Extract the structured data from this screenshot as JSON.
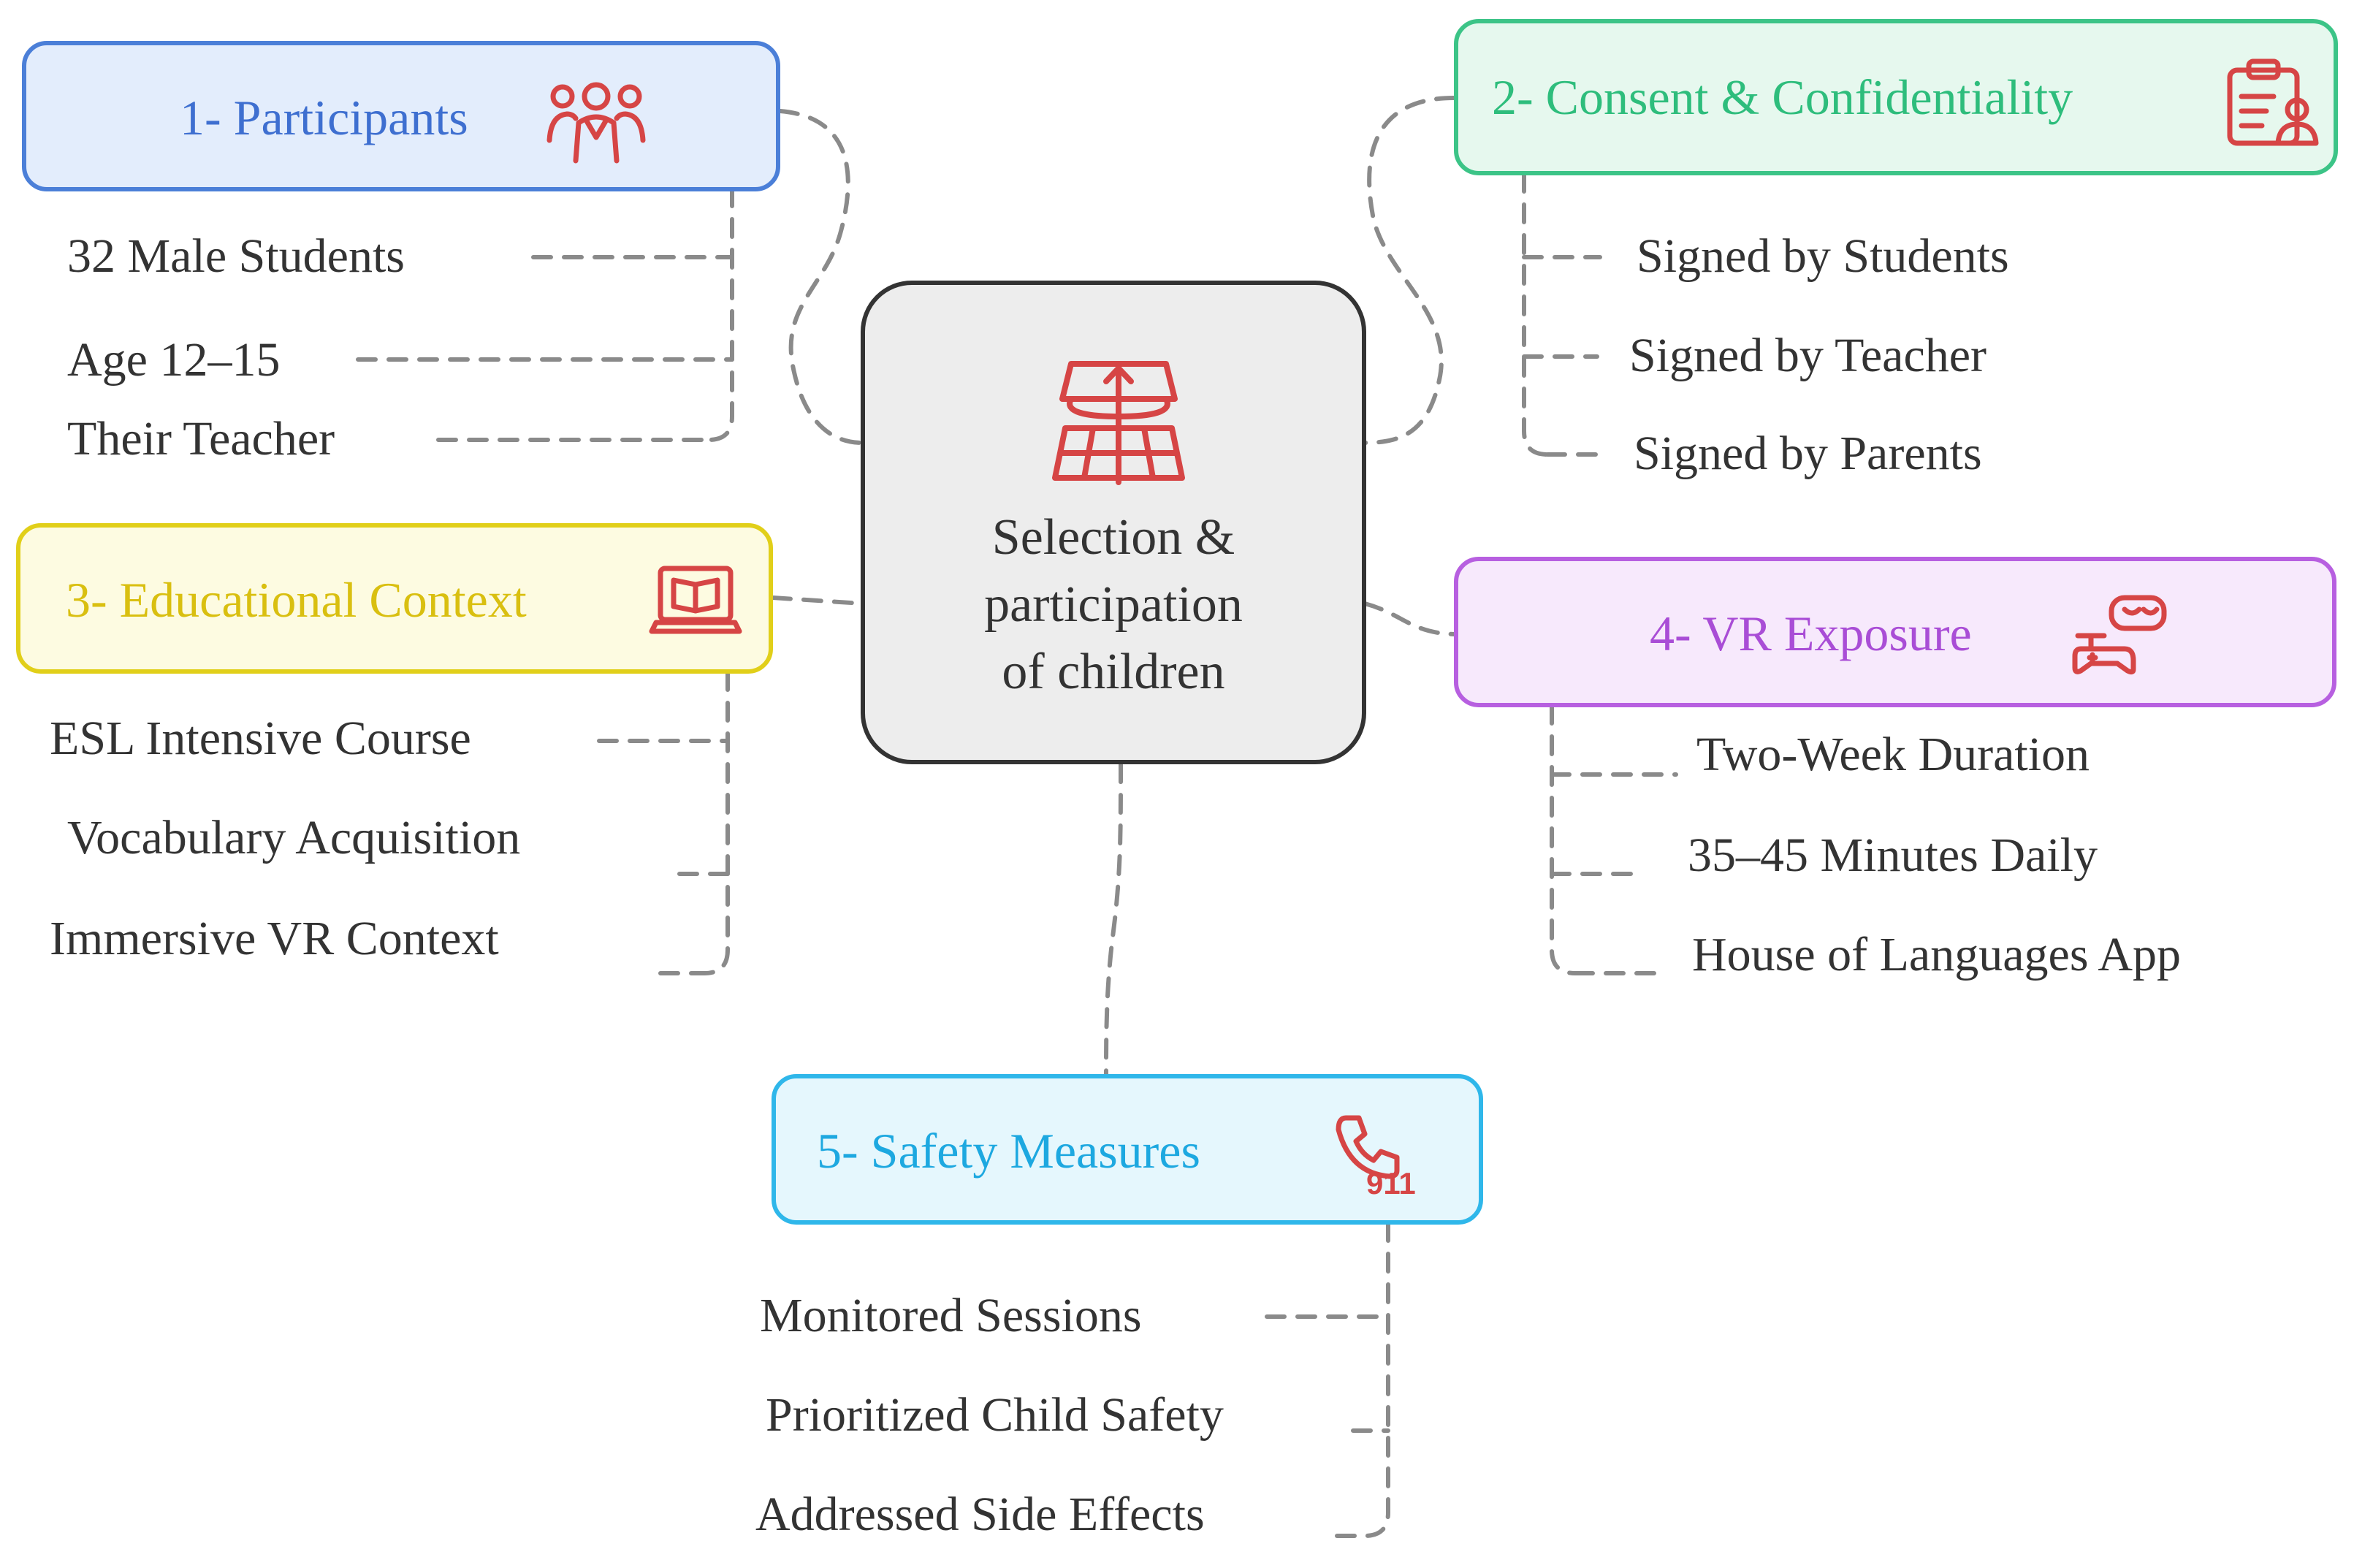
{
  "center": {
    "title": "Selection &\nparticipation\nof children",
    "icon": "map-direction-icon"
  },
  "colors": {
    "icon_red": "#d64545",
    "connector": "#8a8a8a",
    "text": "#333333",
    "participants": {
      "border": "#4b7fd8",
      "fill": "#e3edfc",
      "text": "#3e6fd0"
    },
    "consent": {
      "border": "#3cc487",
      "fill": "#e6f8ee",
      "text": "#2ebd7c"
    },
    "educational": {
      "border": "#e1cf19",
      "fill": "#fdfbe1",
      "text": "#d9bf10"
    },
    "vr": {
      "border": "#b75fe0",
      "fill": "#f7e9fc",
      "text": "#a94dd6"
    },
    "safety": {
      "border": "#2fb7ea",
      "fill": "#e5f7fd",
      "text": "#1da8e0"
    }
  },
  "participants": {
    "title": "1- Participants",
    "icon": "people-group-icon",
    "items": [
      "32 Male Students",
      "Age 12–15",
      "Their Teacher"
    ]
  },
  "consent": {
    "title": "2- Consent & Confidentiality",
    "icon": "clipboard-user-icon",
    "items": [
      "Signed by Students",
      "Signed by Teacher",
      "Signed by Parents"
    ]
  },
  "educational": {
    "title": "3- Educational Context",
    "icon": "laptop-book-icon",
    "items": [
      "ESL Intensive Course",
      "Vocabulary Acquisition",
      "Immersive VR Context"
    ]
  },
  "vr": {
    "title": "4- VR Exposure",
    "icon": "vr-headset-gamepad-icon",
    "items": [
      "Two-Week Duration",
      "35–45 Minutes Daily",
      "House of Languages App"
    ]
  },
  "safety": {
    "title": "5- Safety Measures",
    "icon": "phone-911-icon",
    "icon_text": "911",
    "items": [
      "Monitored Sessions",
      "Prioritized Child Safety",
      "Addressed Side Effects"
    ]
  }
}
